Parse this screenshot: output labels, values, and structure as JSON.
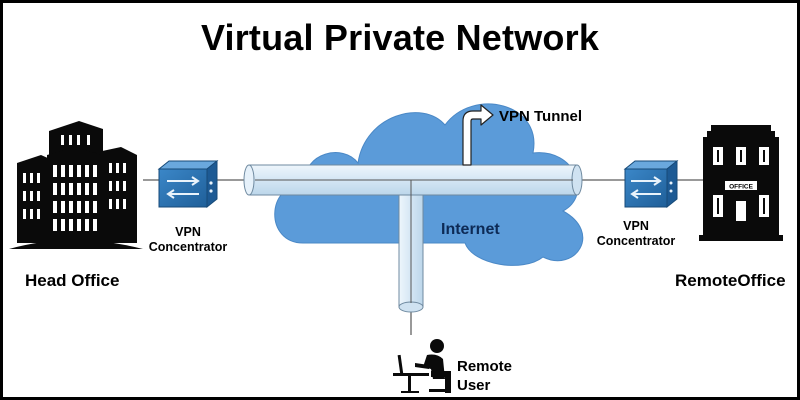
{
  "title": "Virtual Private Network",
  "labels": {
    "head_office": "Head Office",
    "remote_office": "RemoteOffice",
    "vpn_concentrator_left_line1": "VPN",
    "vpn_concentrator_left_line2": "Concentrator",
    "vpn_concentrator_right_line1": "VPN",
    "vpn_concentrator_right_line2": "Concentrator",
    "internet": "Internet",
    "vpn_tunnel": "VPN Tunnel",
    "remote_user_line1": "Remote",
    "remote_user_line2": "User",
    "office_sign": "OFFICE"
  },
  "colors": {
    "cloud": "#5b9bd9",
    "pipe": "#dcecf7",
    "concentrator": "#2c74b3",
    "ink": "#000000"
  }
}
